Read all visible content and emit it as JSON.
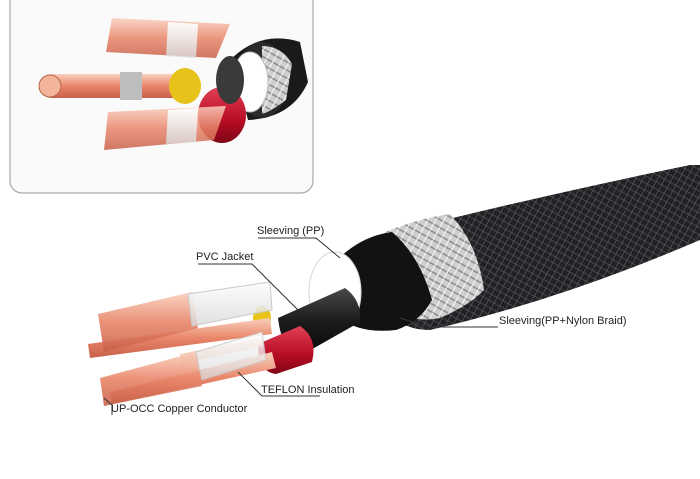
{
  "labels": {
    "sleeving_pp": "Sleeving (PP)",
    "pvc_jacket": "PVC Jacket",
    "sleeving_braid": "Sleeving(PP+Nylon Braid)",
    "teflon": "TEFLON Insulation",
    "conductor": "UP-OCC Copper Conductor"
  },
  "colors": {
    "braid_dark": "#1c1c1e",
    "braid_silver": "#c8c8c8",
    "pvc_black": "#141414",
    "teflon_red": "#c4102a",
    "copper": "#e8856a",
    "copper_light": "#f6c3aa",
    "insulation_gold": "#e6c21a",
    "leader_line": "#333333"
  }
}
